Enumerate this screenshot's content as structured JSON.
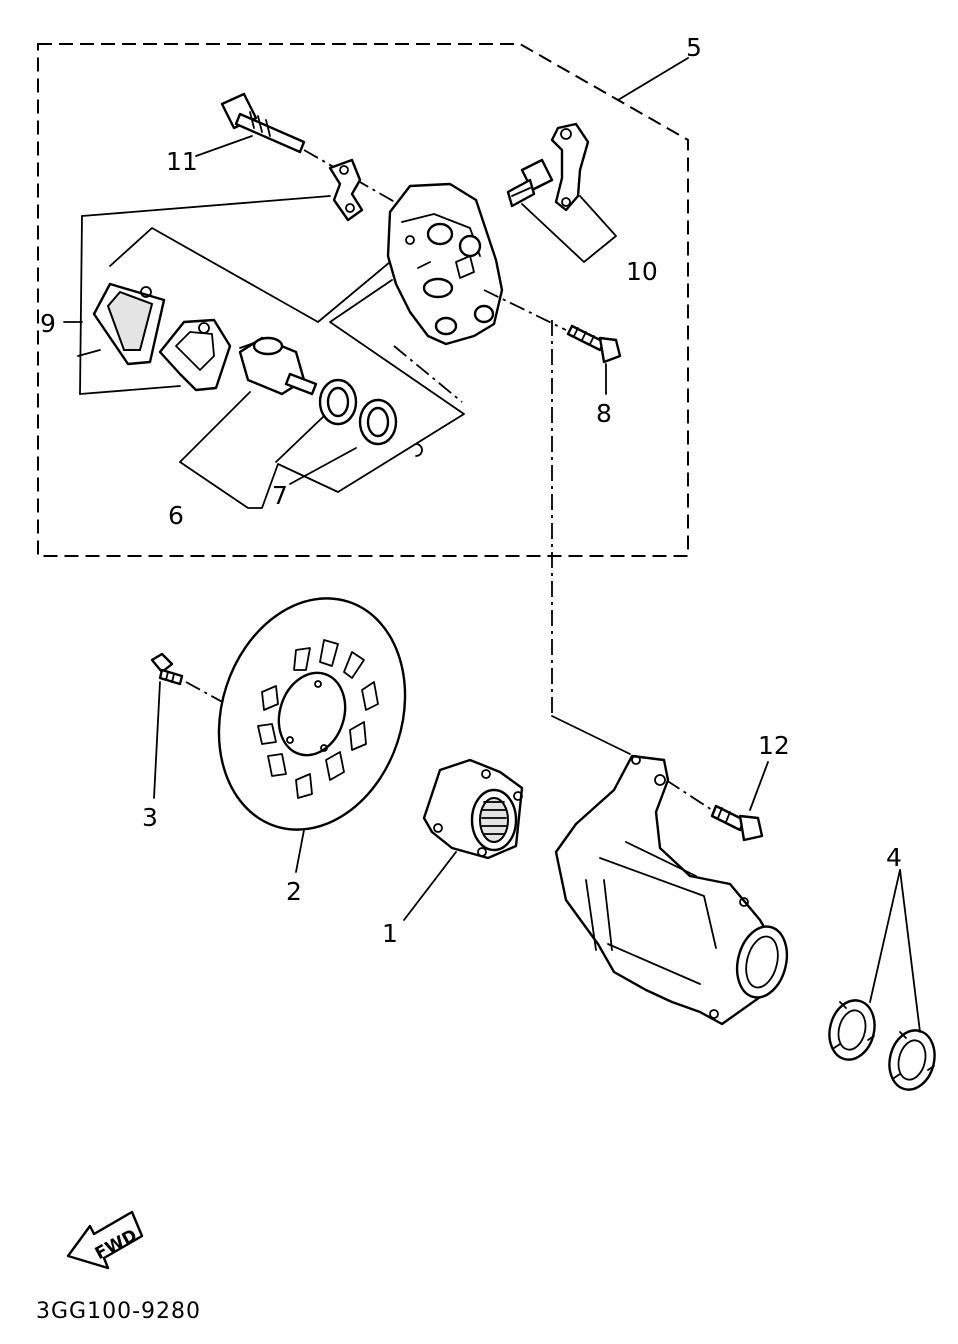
{
  "diagram": {
    "code": "3GG100-9280",
    "fwd_label": "FWD",
    "callouts": [
      "1",
      "2",
      "3",
      "4",
      "5",
      "6",
      "7",
      "8",
      "9",
      "10",
      "11",
      "12"
    ]
  }
}
